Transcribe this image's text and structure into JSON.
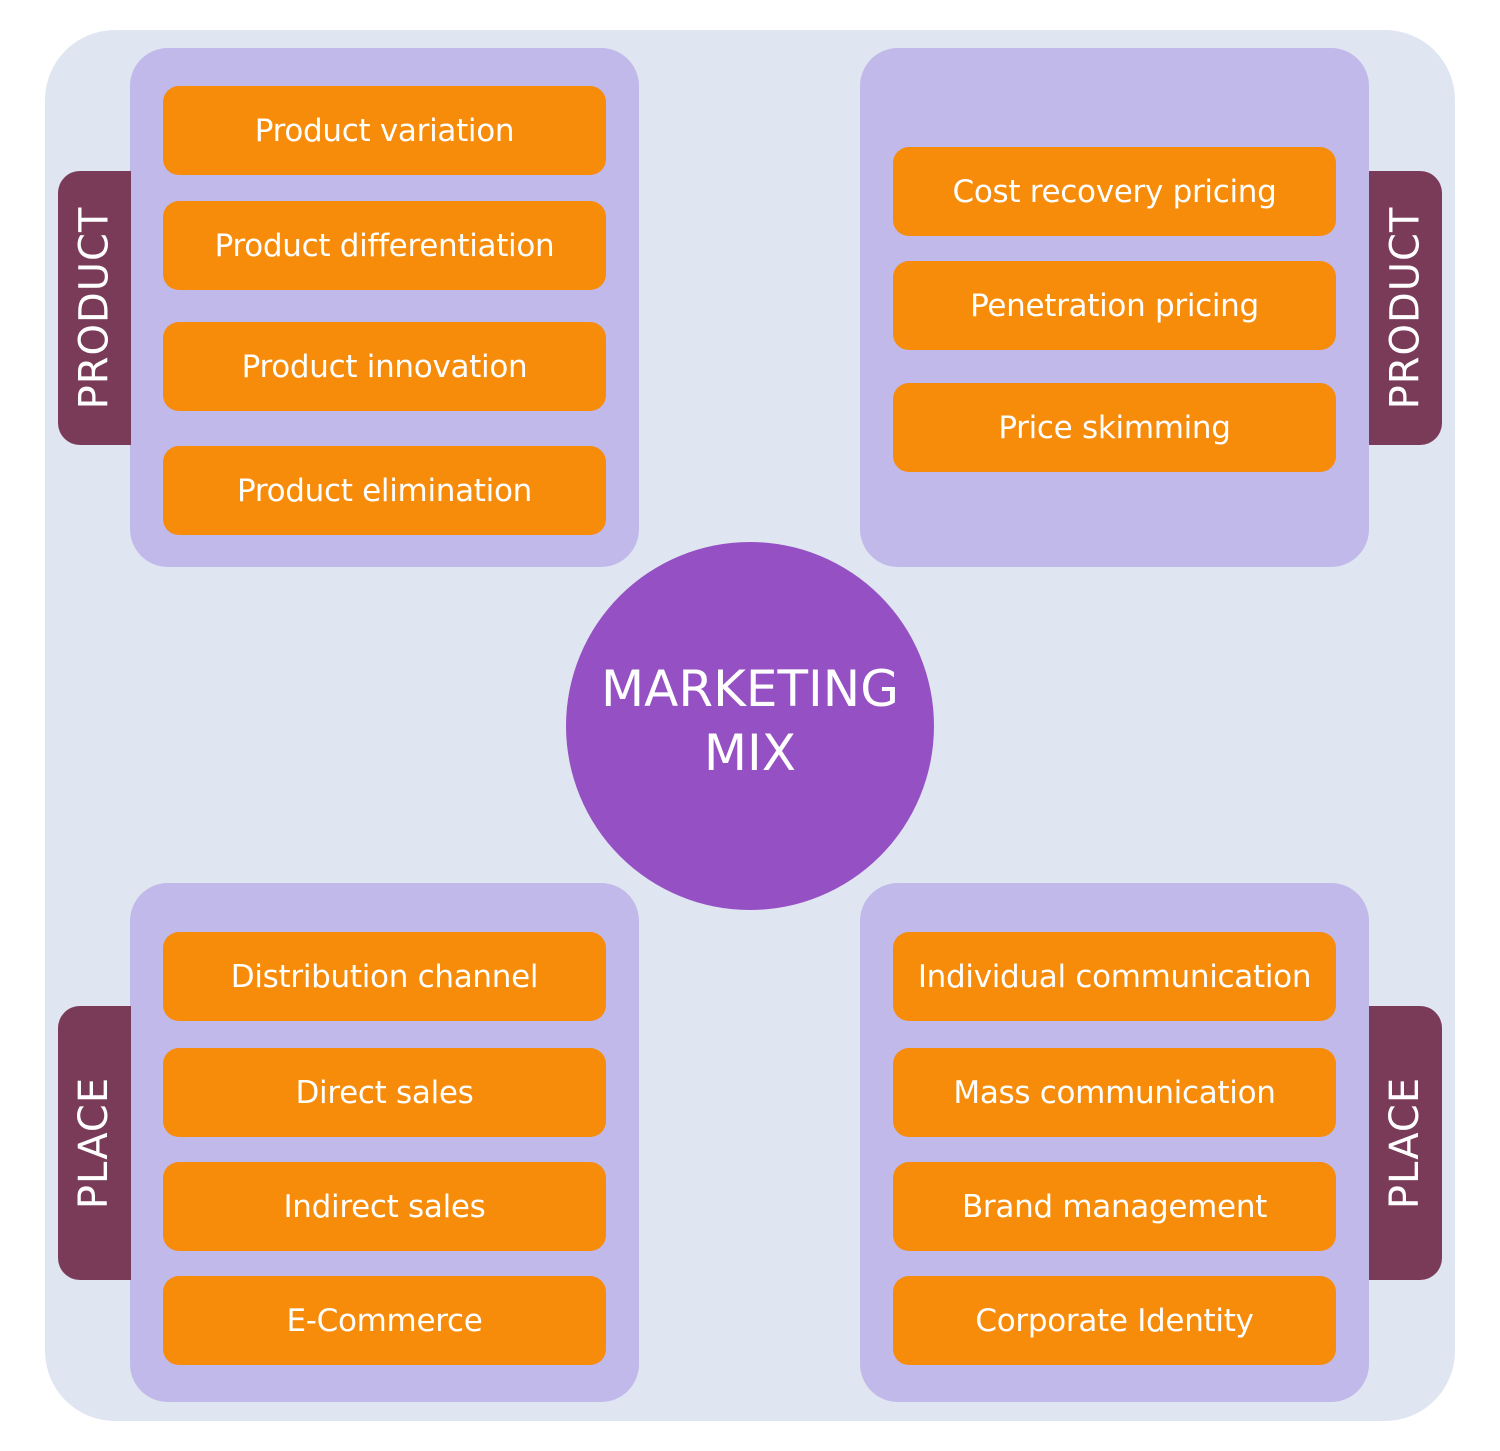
{
  "title": {
    "line1": "MARKETING",
    "line2": "MIX"
  },
  "quadrants": {
    "top_left": {
      "label": "PRODUCT",
      "items": [
        "Product variation",
        "Product differentiation",
        "Product innovation",
        "Product elimination"
      ]
    },
    "top_right": {
      "label": "PRODUCT",
      "items": [
        "Cost recovery pricing",
        "Penetration pricing",
        "Price skimming"
      ]
    },
    "bottom_left": {
      "label": "PLACE",
      "items": [
        "Distribution channel",
        "Direct sales",
        "Indirect sales",
        "E-Commerce"
      ]
    },
    "bottom_right": {
      "label": "PLACE",
      "items": [
        "Individual communication",
        "Mass communication",
        "Brand management",
        "Corporate Identity"
      ]
    }
  },
  "colors": {
    "background": "#dfe5f1",
    "panel": "#c1b9e9",
    "item": "#f78b0a",
    "tab": "#7a3b58",
    "center": "#9551c3",
    "text": "#ffffff"
  }
}
